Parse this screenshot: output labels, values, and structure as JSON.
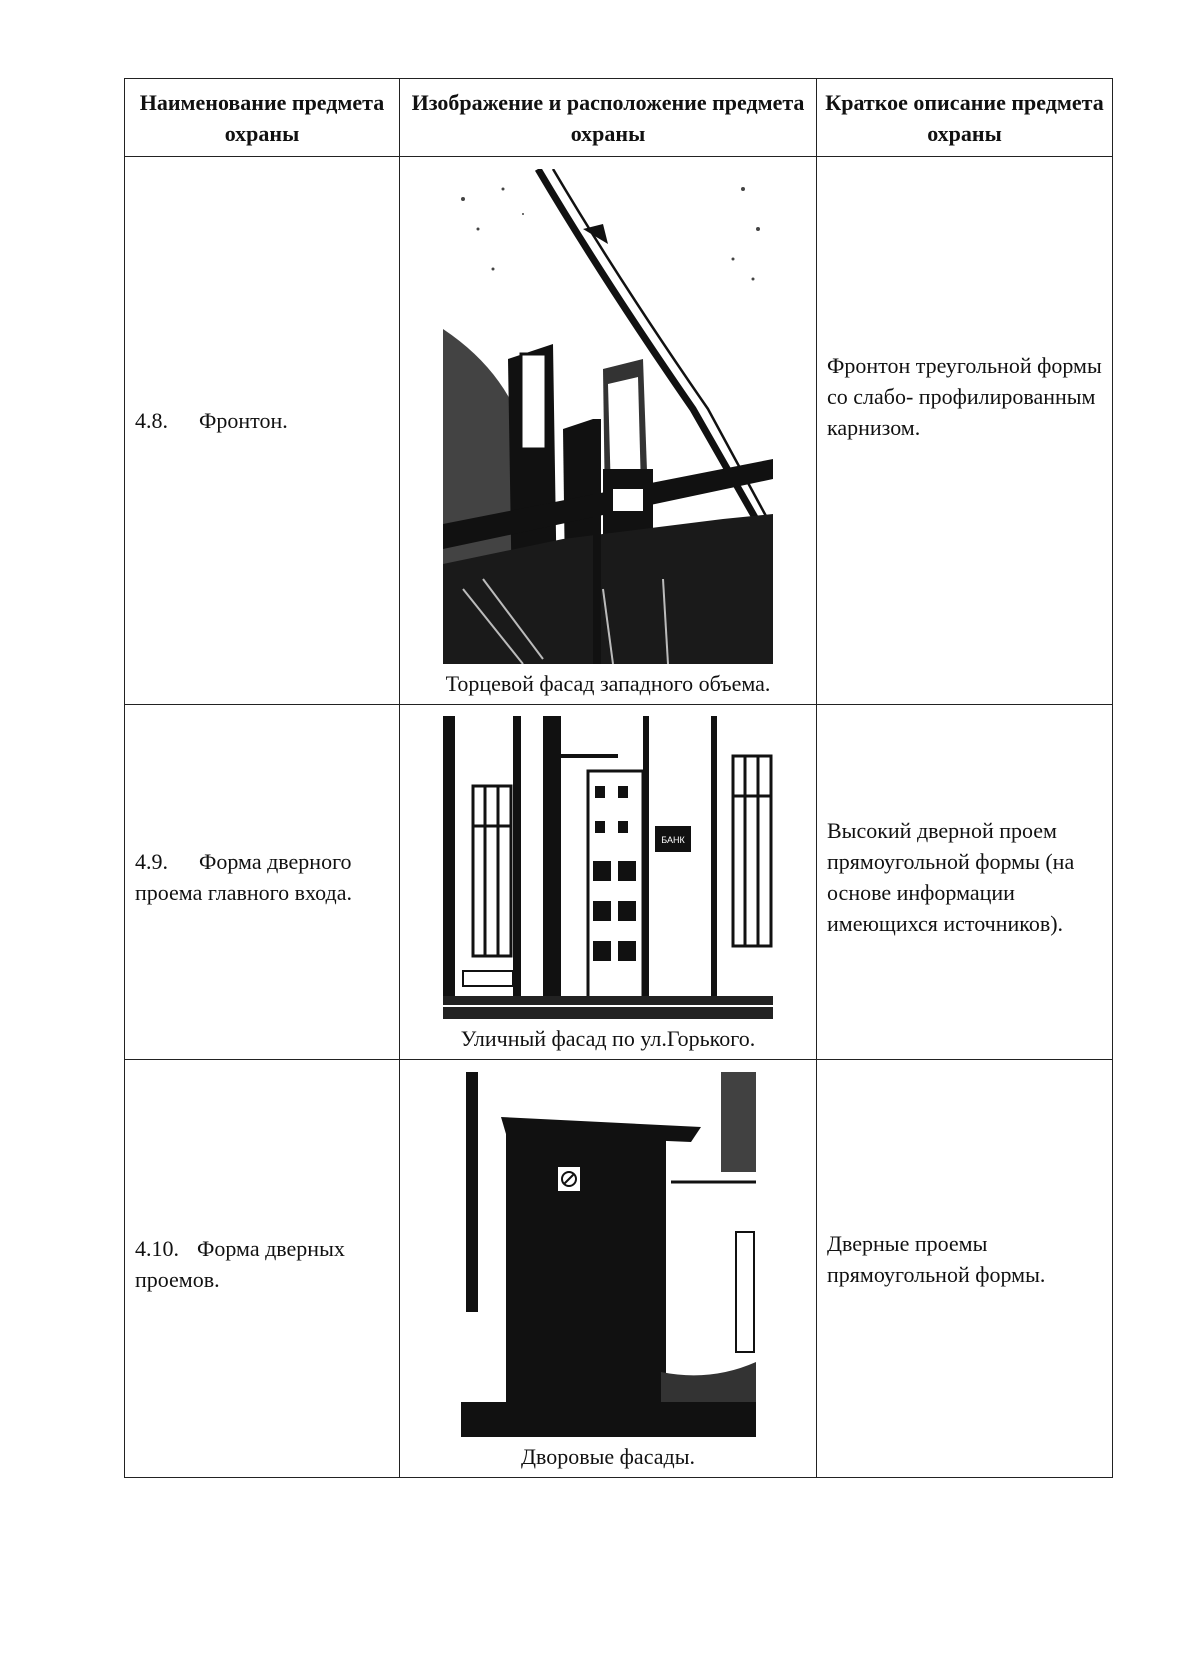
{
  "header": {
    "col1": "Наименование предмета охраны",
    "col2": "Изображение и расположение предмета охраны",
    "col3": "Краткое описание предмета охраны"
  },
  "rows": [
    {
      "number": "4.8.",
      "name": "Фронтон.",
      "caption": "Торцевой фасад западного объема.",
      "description": "Фронтон треугольной формы со слабо- профилированным карнизом."
    },
    {
      "number": "4.9.",
      "name": "Форма дверного проема главного входа.",
      "caption": "Уличный фасад по ул.Горького.",
      "sign": "БАНК",
      "description": "Высокий дверной проем прямоугольной формы (на основе информации имеющихся источников)."
    },
    {
      "number": "4.10.",
      "name": "Форма дверных проемов.",
      "caption": "Дворовые фасады.",
      "description": "Дверные проемы прямоугольной формы."
    }
  ]
}
